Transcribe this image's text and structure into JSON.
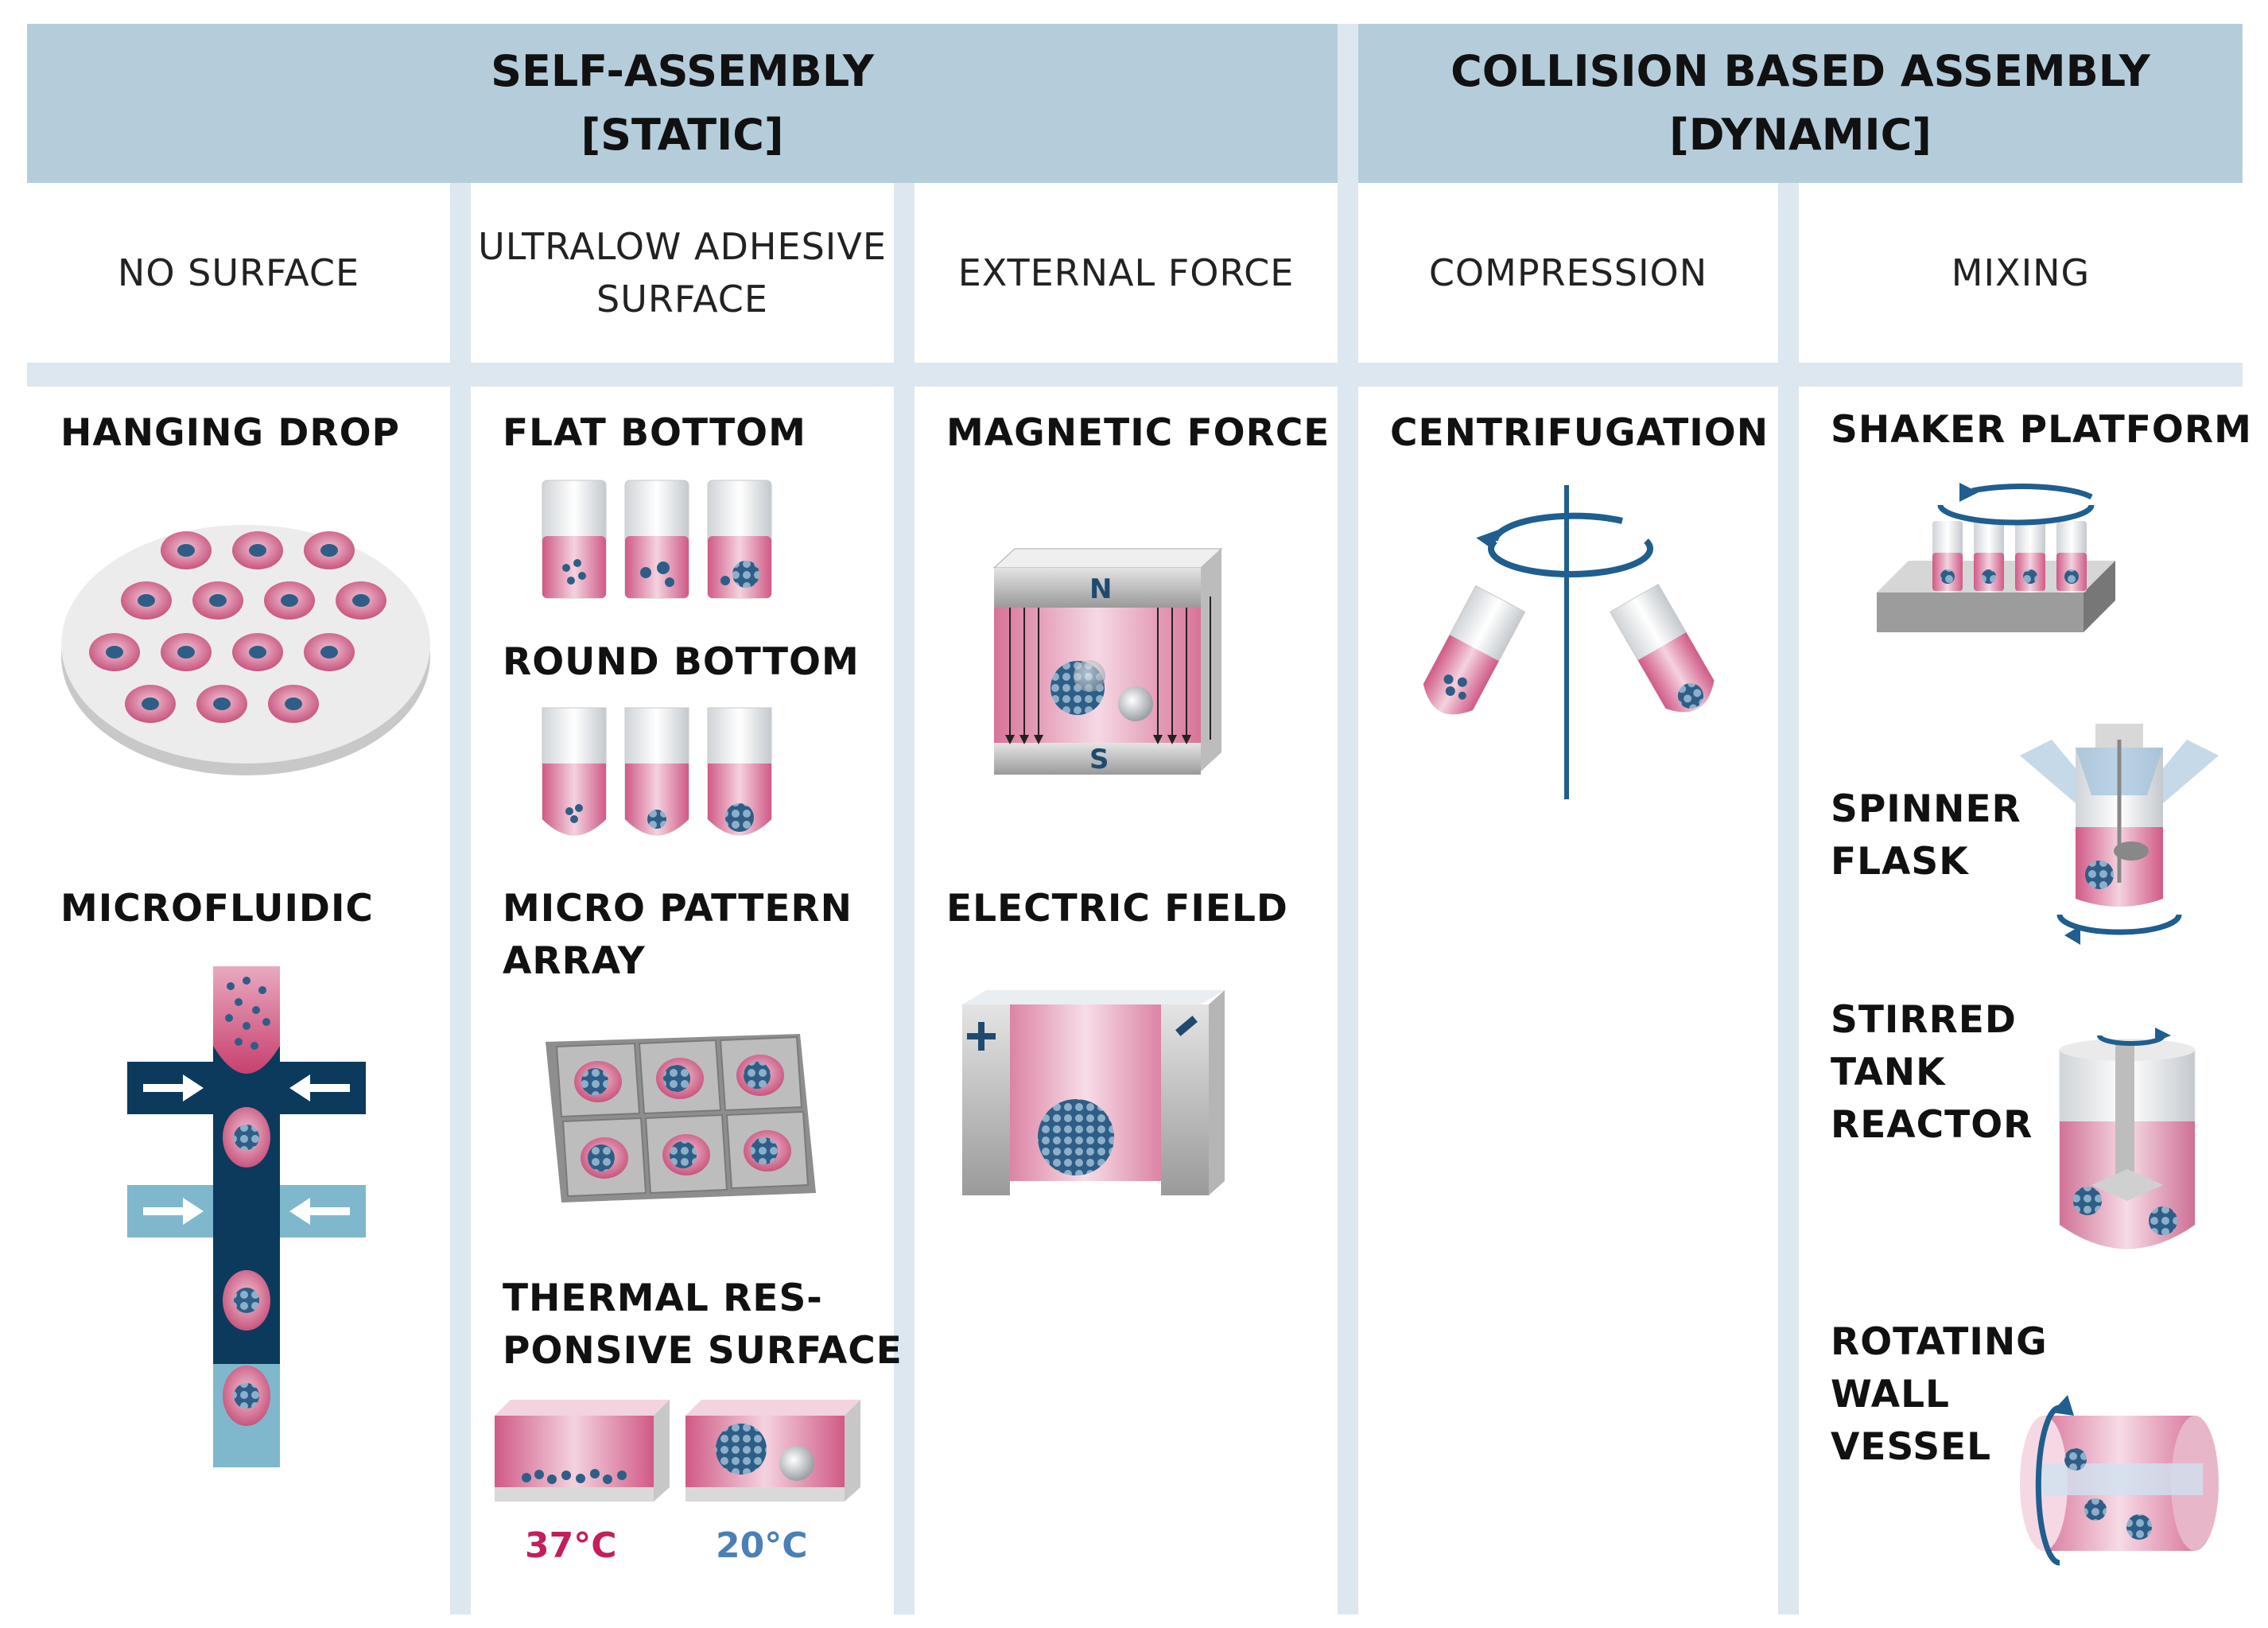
{
  "headers": {
    "self_assembly": {
      "line1": "SELF-ASSEMBLY",
      "line2": "[STATIC]"
    },
    "collision": {
      "line1": "COLLISION BASED ASSEMBLY",
      "line2": "[DYNAMIC]"
    }
  },
  "subheaders": {
    "no_surface": {
      "line1": "NO SURFACE"
    },
    "ultralow": {
      "line1": "ULTRALOW ADHESIVE",
      "line2": "SURFACE"
    },
    "external": {
      "line1": "EXTERNAL FORCE"
    },
    "compression": {
      "line1": "COMPRESSION"
    },
    "mixing": {
      "line1": "MIXING"
    }
  },
  "methods": {
    "hanging_drop": {
      "line1": "HANGING DROP"
    },
    "microfluidic": {
      "line1": "MICROFLUIDIC"
    },
    "flat_bottom": {
      "line1": "FLAT BOTTOM"
    },
    "round_bottom": {
      "line1": "ROUND BOTTOM"
    },
    "micro_pattern": {
      "line1": "MICRO PATTERN",
      "line2": "ARRAY"
    },
    "thermal": {
      "line1": "THERMAL RES-",
      "line2": "PONSIVE SURFACE"
    },
    "magnetic": {
      "line1": "MAGNETIC FORCE"
    },
    "electric": {
      "line1": "ELECTRIC FIELD"
    },
    "centrifugation": {
      "line1": "CENTRIFUGATION"
    },
    "shaker": {
      "line1": "SHAKER PLATFORM"
    },
    "spinner": {
      "line1": "SPINNER",
      "line2": "FLASK"
    },
    "stirred": {
      "line1": "STIRRED",
      "line2": "TANK",
      "line3": "REACTOR"
    },
    "rotating": {
      "line1": "ROTATING",
      "line2": "WALL",
      "line3": "VESSEL"
    }
  },
  "temperatures": {
    "warm": "37°C",
    "cool": "20°C"
  },
  "magnet_poles": {
    "north": "N",
    "south": "S"
  },
  "colors": {
    "header": "#b5cddb",
    "band": "#dce7ef",
    "pink": "#c8406e",
    "blue": "#2f6aa0",
    "navy": "#0b3a5c"
  }
}
